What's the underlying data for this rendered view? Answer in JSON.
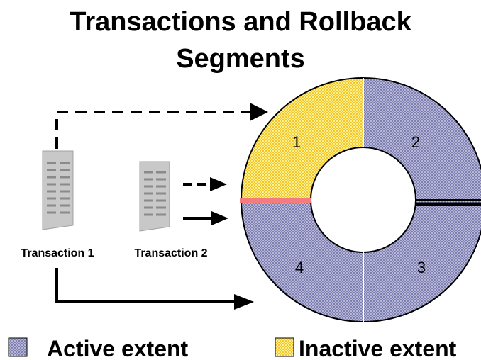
{
  "title": {
    "line1": "Transactions and Rollback",
    "line2": "Segments"
  },
  "colors": {
    "active_extent": "#7f7fb0",
    "active_pattern": "#b6b6d8",
    "inactive_extent": "#f2c531",
    "inactive_pattern": "#fff18a",
    "current_pointer": "#f37c7f",
    "document_fill": "#c8c8c8",
    "document_lines": "#8a8a8a",
    "arrow": "#000000"
  },
  "transactions": [
    {
      "label": "Transaction 1"
    },
    {
      "label": "Transaction 2"
    }
  ],
  "segments": [
    {
      "number": "1",
      "state": "inactive"
    },
    {
      "number": "2",
      "state": "active"
    },
    {
      "number": "3",
      "state": "active"
    },
    {
      "number": "4",
      "state": "active"
    }
  ],
  "legend": {
    "active": "Active extent",
    "inactive": "Inactive extent"
  },
  "icons": [
    "document-icon",
    "arrow-icon",
    "dashed-arrow-icon"
  ]
}
